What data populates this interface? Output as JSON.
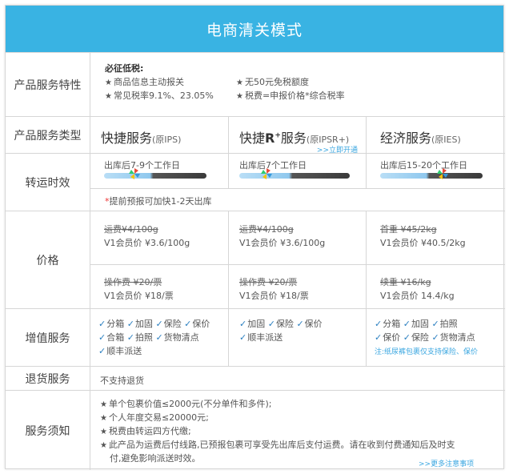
{
  "header": {
    "title": "电商清关模式"
  },
  "labels": {
    "features": "产品服务特性",
    "types": "产品服务类型",
    "transit": "转运时效",
    "price": "价格",
    "value_added": "增值服务",
    "return": "退货服务",
    "notice": "服务须知"
  },
  "features": {
    "heading": "必征低税:",
    "items": [
      "商品信息主动报关",
      "无50元免税额度",
      "常见税率9.1%、23.05%",
      "税费=申报价格*综合税率"
    ]
  },
  "services": [
    {
      "name": "快捷服务",
      "code": "(原IPS)"
    },
    {
      "name_a": "快捷",
      "name_r": "R",
      "name_plus": "+",
      "name_b": "服务",
      "code": "(原IPSR+)",
      "link": ">>立即开通"
    },
    {
      "name": "经济服务",
      "code": "(原IES)"
    }
  ],
  "transit": {
    "times": [
      "出库后7-9个工作日",
      "出库后7个工作日",
      "出库后15-20个工作日"
    ],
    "note_mark": "*",
    "note": "提前预报可加快1-2天出库"
  },
  "price": {
    "col1": {
      "a_old": "运费¥4/100g",
      "a_new": "V1会员价 ¥3.6/100g",
      "b_old": "操作费 ¥20/票",
      "b_new": "V1会员价 ¥18/票"
    },
    "col2": {
      "a_old": "运费¥4/100g",
      "a_new": "V1会员价 ¥3.6/100g",
      "b_old": "操作费 ¥20/票",
      "b_new": "V1会员价 ¥18/票"
    },
    "col3": {
      "a_old": "首重 ¥45/2kg",
      "a_new": "V1会员价 ¥40.5/2kg",
      "b_old": "续重 ¥16/kg",
      "b_new": "V1会员价 14.4/kg"
    }
  },
  "value_added": {
    "col1": [
      "分箱",
      "加固",
      "保险",
      "保价",
      "合箱",
      "拍照",
      "货物清点",
      "顺丰派送"
    ],
    "col2": [
      "加固",
      "保险",
      "保价",
      "顺丰派送"
    ],
    "col3": [
      "分箱",
      "加固",
      "拍照",
      "保价",
      "保险",
      "货物清点"
    ],
    "col3_note": "注:纸尿裤包裹仅支持保险、保价"
  },
  "return": {
    "text": "不支持退货"
  },
  "notice": {
    "items": [
      "单个包裹价值≤2000元(不分单件和多件);",
      "个人年度交易≤20000元;",
      "税费由转运四方代缴;",
      "此产品为运费后付线路,已预报包裹可享受先出库后支付运费。请在收到付费通知后及时支",
      "付,避免影响派送时效。"
    ],
    "more_link": ">>更多注意事项"
  }
}
